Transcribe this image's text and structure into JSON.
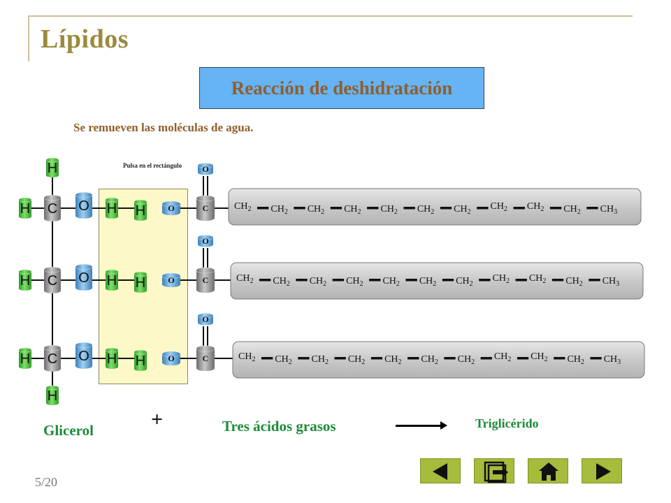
{
  "title": "Lípidos",
  "banner": "Reacción de deshidratación",
  "note": "Se remueven las moléculas de agua.",
  "click_hint": "Pulsa en el rectángulo",
  "atoms": {
    "hydrogen": "H",
    "carbon": "C",
    "oxygen": "O"
  },
  "chain_groups": [
    "CH2",
    "CH2",
    "CH2",
    "CH2",
    "CH2",
    "CH2",
    "CH2",
    "CH2",
    "CH2",
    "CH2",
    "CH3"
  ],
  "footer": {
    "glicerol": "Glicerol",
    "plus": "+",
    "acidos": "Tres ácidos grasos",
    "trigliceride": "Triglicérido"
  },
  "page_indicator": "5/20",
  "colors": {
    "hydrogen": "#4fc23c",
    "carbon": "#8a8a8a",
    "oxygen": "#5b9fd6",
    "nav": "#a6bc3c",
    "title": "#9b8a3e",
    "green_label": "#1c8a3a"
  },
  "nav": {
    "prev_icon": "triangle-left-icon",
    "index_icon": "index-icon",
    "home_icon": "home-icon",
    "next_icon": "triangle-right-icon"
  }
}
